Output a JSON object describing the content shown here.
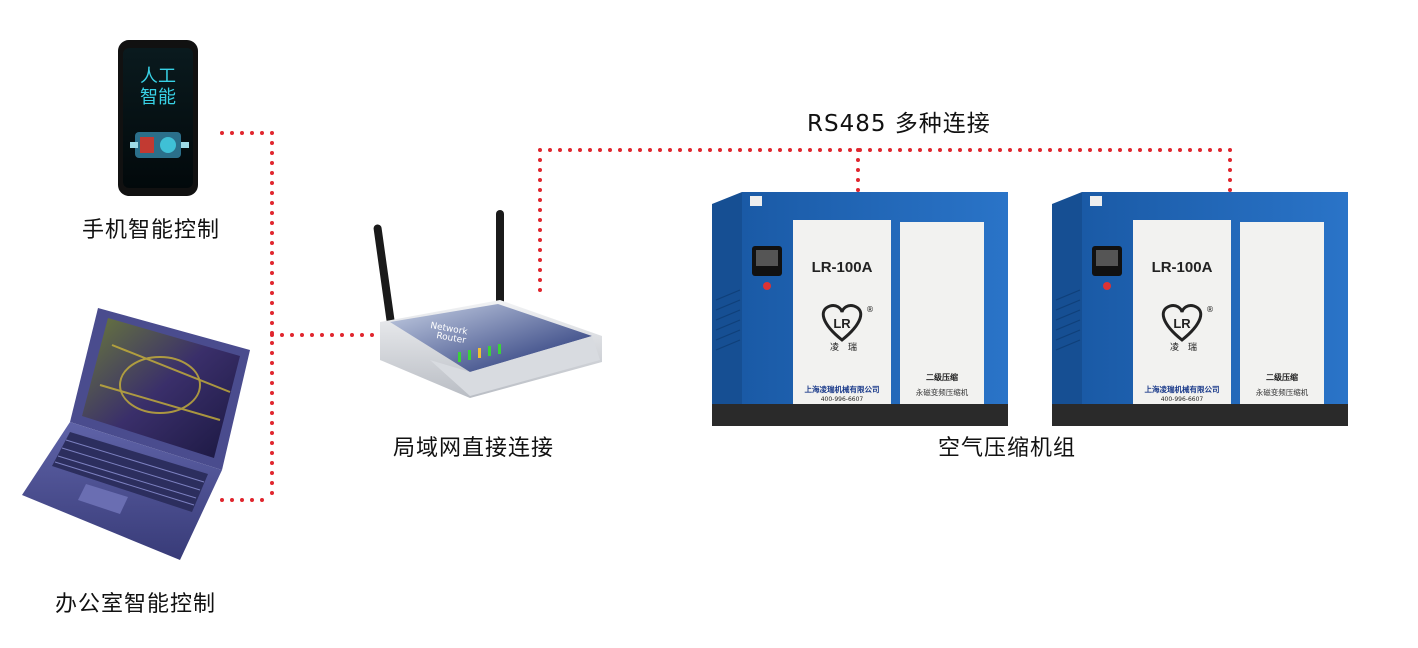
{
  "labels": {
    "phone": "手机智能控制",
    "laptop": "办公室智能控制",
    "router": "局域网直接连接",
    "compressors": "空气压缩机组",
    "rs485": "RS485 多种连接"
  },
  "phone_screen": {
    "line1": "人工",
    "line2": "智能"
  },
  "router_brand": {
    "line1": "Network",
    "line2": "Router"
  },
  "compressor": {
    "model": "LR-100A",
    "logo_text": "LR",
    "logo_sub_left": "凌",
    "logo_sub_right": "瑞",
    "registered": "®",
    "company": "上海凌瑞机械有限公司",
    "phone": "400-996-6607",
    "stage": "二级压缩",
    "type": "永磁变频压缩机"
  },
  "colors": {
    "connector": "#e0262e",
    "compressor_blue": "#1e63b4",
    "compressor_base": "#2a2a2a"
  }
}
